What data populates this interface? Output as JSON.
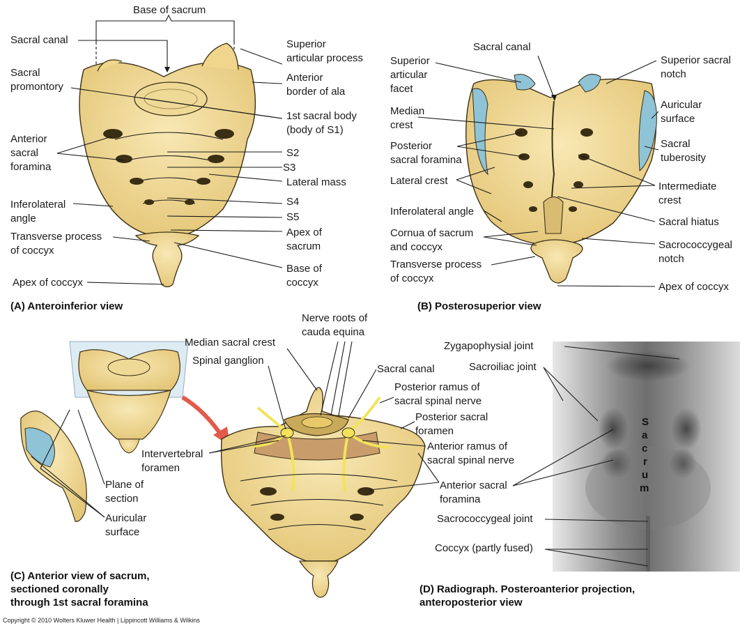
{
  "panels": {
    "a": {
      "caption": "(A) Anteroinferior view",
      "labels": {
        "base_of_sacrum": "Base of sacrum",
        "sacral_canal": "Sacral canal",
        "sacral_promontory": "Sacral\npromontory",
        "anterior_sacral_foramina": "Anterior\nsacral\nforamina",
        "inferolateral_angle": "Inferolateral\nangle",
        "transverse_process": "Transverse process\nof coccyx",
        "apex_of_coccyx": "Apex of coccyx",
        "superior_articular_process": "Superior\narticular process",
        "anterior_border_of_ala": "Anterior\nborder of ala",
        "first_sacral_body": "1st sacral body\n(body of S1)",
        "s2": "S2",
        "s3": "S3",
        "lateral_mass": "Lateral mass",
        "s4": "S4",
        "s5": "S5",
        "apex_of_sacrum": "Apex of\nsacrum",
        "base_of_coccyx": "Base of\ncoccyx"
      }
    },
    "b": {
      "caption": "(B) Posterosuperior view",
      "labels": {
        "sacral_canal": "Sacral canal",
        "superior_articular_facet": "Superior\narticular\nfacet",
        "median_crest": "Median\ncrest",
        "posterior_sacral_foramina": "Posterior\nsacral foramina",
        "lateral_crest": "Lateral crest",
        "inferolateral_angle": "Inferolateral angle",
        "cornua": "Cornua of sacrum\nand coccyx",
        "transverse_process": "Transverse process\nof coccyx",
        "superior_sacral_notch": "Superior sacral\nnotch",
        "auricular_surface": "Auricular\nsurface",
        "sacral_tuberosity": "Sacral\ntuberosity",
        "intermediate_crest": "Intermediate\ncrest",
        "sacral_hiatus": "Sacral hiatus",
        "sacrococcygeal_notch": "Sacrococcygeal\nnotch",
        "apex_of_coccyx": "Apex of coccyx"
      }
    },
    "c": {
      "caption": "(C) Anterior view of sacrum,\n     sectioned coronally\n     through 1st sacral foramina",
      "labels": {
        "median_sacral_crest": "Median sacral crest",
        "nerve_roots": "Nerve roots of\ncauda equina",
        "spinal_ganglion": "Spinal ganglion",
        "sacral_canal": "Sacral canal",
        "posterior_ramus": "Posterior ramus of\nsacral spinal nerve",
        "posterior_sacral_foramen": "Posterior sacral\nforamen",
        "anterior_ramus": "Anterior ramus of\nsacral spinal nerve",
        "intervertebral_foramen": "Intervertebral\nforamen",
        "plane_of_section": "Plane of\nsection",
        "auricular_surface": "Auricular\nsurface",
        "anterior_sacral_foramina": "Anterior sacral\nforamina"
      }
    },
    "d": {
      "caption": "(D) Radiograph.  Posteroanterior projection,\n     anteroposterior view",
      "labels": {
        "zygapophysial_joint": "Zygapophysial joint",
        "sacroiliac_joint": "Sacroiliac joint",
        "sacrococcygeal_joint": "Sacrococcygeal joint",
        "coccyx": "Coccyx (partly fused)"
      },
      "sacrum_letters": [
        "S",
        "a",
        "c",
        "r",
        "u",
        "m"
      ]
    }
  },
  "copyright": "Copyright © 2010 Wolters Kluwer Health | Lippincott Williams & Wilkins",
  "colors": {
    "bone": "#f3dc98",
    "bone_shade": "#c9a95a",
    "bone_outline": "#3b2f16",
    "articular_blue": "#8fc3d6",
    "nerve_yellow": "#f2e35a",
    "arrow_red": "#e25a4a",
    "plane_blue": "#cfe3ef"
  }
}
